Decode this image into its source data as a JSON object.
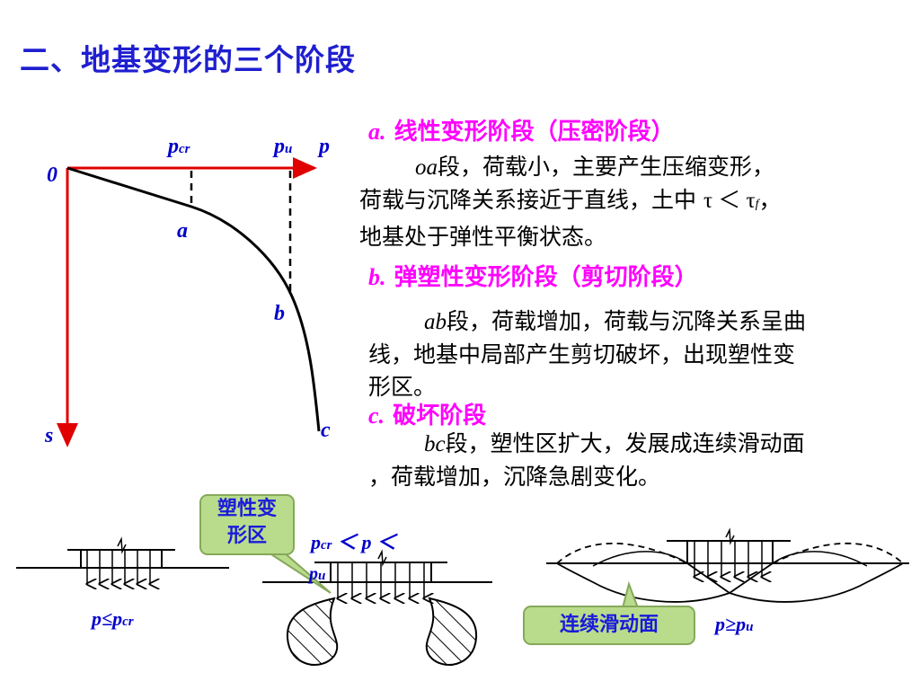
{
  "title": "二、地基变形的三个阶段",
  "graph": {
    "origin": "0",
    "p_axis": "p",
    "s_axis": "s",
    "pcr_main": "p",
    "pcr_sub": "cr",
    "pu_main": "p",
    "pu_sub": "u",
    "point_a": "a",
    "point_b": "b",
    "point_c": "c"
  },
  "stages": [
    {
      "letter": "a",
      "heading": "线性变形阶段（压密阶段）",
      "seg": "oa",
      "lines": [
        "段，荷载小，主要产生压缩变形，",
        "荷载与沉降关系接近于直线，土中",
        "地基处于弹性平衡状态。"
      ],
      "tau_expr": "τ ＜ τ",
      "tau_sub": "f",
      "tau_tail": "，"
    },
    {
      "letter": "b",
      "heading": "弹塑性变形阶段（剪切阶段）",
      "seg": "ab",
      "lines": [
        "段，荷载增加，荷载与沉降关系呈曲",
        "线，地基中局部产生剪切破坏，出现塑性变",
        "形区。"
      ]
    },
    {
      "letter": "c",
      "heading": "破坏阶段",
      "seg": "bc",
      "lines": [
        "段，塑性区扩大，发展成连续滑动面",
        "，荷载增加，沉降急剧变化。"
      ]
    }
  ],
  "diagrams": {
    "d1_label_main": "p≤p",
    "d1_label_sub": "cr",
    "callout_plastic": [
      "塑性变",
      "形区"
    ],
    "d2_label_main1": "p",
    "d2_label_sub1": "cr",
    "d2_label_mid": " ＜ p ＜",
    "d2_label_main2": "p",
    "d2_label_sub2": "u",
    "callout_slip": "连续滑动面",
    "d3_label_main": "p≥p",
    "d3_label_sub": "u"
  }
}
